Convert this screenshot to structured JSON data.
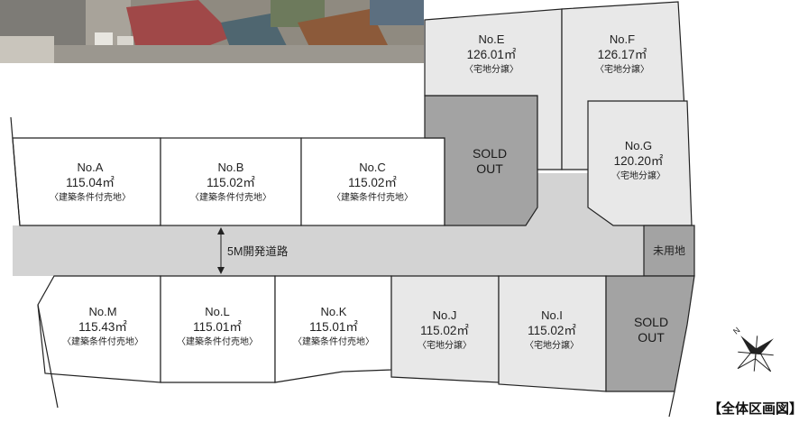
{
  "lots": {
    "a": {
      "name": "No.A",
      "area": "115.04㎡",
      "note": "〈建築条件付売地〉"
    },
    "b": {
      "name": "No.B",
      "area": "115.02㎡",
      "note": "〈建築条件付売地〉"
    },
    "c": {
      "name": "No.C",
      "area": "115.02㎡",
      "note": "〈建築条件付売地〉"
    },
    "e": {
      "name": "No.E",
      "area": "126.01㎡",
      "note": "〈宅地分譲〉"
    },
    "f": {
      "name": "No.F",
      "area": "126.17㎡",
      "note": "〈宅地分譲〉"
    },
    "g": {
      "name": "No.G",
      "area": "120.20㎡",
      "note": "〈宅地分譲〉"
    },
    "m": {
      "name": "No.M",
      "area": "115.43㎡",
      "note": "〈建築条件付売地〉"
    },
    "l": {
      "name": "No.L",
      "area": "115.01㎡",
      "note": "〈建築条件付売地〉"
    },
    "k": {
      "name": "No.K",
      "area": "115.01㎡",
      "note": "〈建築条件付売地〉"
    },
    "j": {
      "name": "No.J",
      "area": "115.02㎡",
      "note": "〈宅地分譲〉"
    },
    "i": {
      "name": "No.I",
      "area": "115.02㎡",
      "note": "〈宅地分譲〉"
    }
  },
  "sold_out": {
    "line1": "SOLD",
    "line2": "OUT"
  },
  "road_label": "5M開発道路",
  "unused_label": "未用地",
  "caption": "【全体区画図】",
  "colors": {
    "road": "#d3d3d3",
    "sold": "#a3a3a3",
    "lot_dev": "#ffffff",
    "lot_residential": "#e8e8e8",
    "outline": "#222222"
  },
  "icons": {
    "compass": "compass-rose-icon",
    "road_arrow": "double-arrow-icon"
  }
}
